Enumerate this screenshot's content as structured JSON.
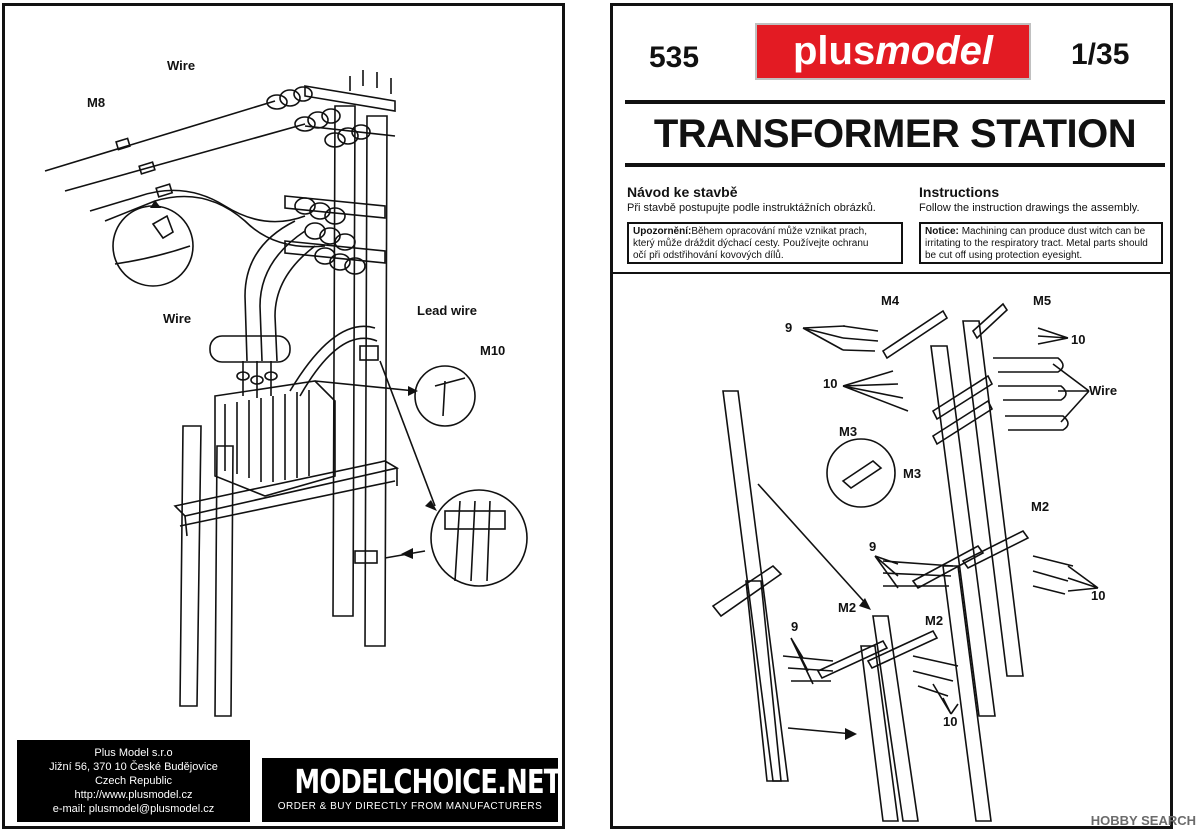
{
  "left": {
    "labels": {
      "wire_top": "Wire",
      "m8": "M8",
      "wire_mid": "Wire",
      "lead_wire": "Lead wire",
      "m10": "M10"
    },
    "company": {
      "name": "Plus Model s.r.o",
      "address": "Jižní  56, 370 10 České Budějovice",
      "country": "Czech Republic",
      "web": "http://www.plusmodel.cz",
      "email": "e-mail: plusmodel@plusmodel.cz"
    },
    "modelchoice": {
      "title": "MODELCHOICE.NET",
      "subtitle": "ORDER & BUY DIRECTLY FROM MANUFACTURERS"
    }
  },
  "right": {
    "kit_number": "535",
    "scale": "1/35",
    "brand_part1": "plus",
    "brand_part2": "model",
    "brand_color": "#e31b23",
    "title": "TRANSFORMER STATION",
    "czech": {
      "heading": "Návod ke stavbě",
      "text": "Při stavbě postupujte podle instruktážních obrázků.",
      "notice_label": "Upozornění:",
      "notice_text_1": "Během opracování může vznikat prach,",
      "notice_text_2": "který může dráždit dýchací cesty. Používejte ochranu",
      "notice_text_3": "očí při odstřihování kovových dílů."
    },
    "english": {
      "heading": "Instructions",
      "text": "Follow  the instruction drawings the assembly.",
      "notice_label": "Notice:",
      "notice_text_1": "Machining can produce dust witch can be",
      "notice_text_2": "irritating to the respiratory tract. Metal parts should",
      "notice_text_3": "be cut off using protection eyesight."
    },
    "labels": {
      "m4": "M4",
      "m5": "M5",
      "n9_a": "9",
      "n10_a": "10",
      "n10_b": "10",
      "wire": "Wire",
      "m3_a": "M3",
      "m3_b": "M3",
      "m2_a": "M2",
      "n9_b": "9",
      "n10_c": "10",
      "m2_b": "M2",
      "m2_c": "M2",
      "n9_c": "9",
      "n10_d": "10"
    }
  },
  "watermark": "HOBBY SEARCH"
}
